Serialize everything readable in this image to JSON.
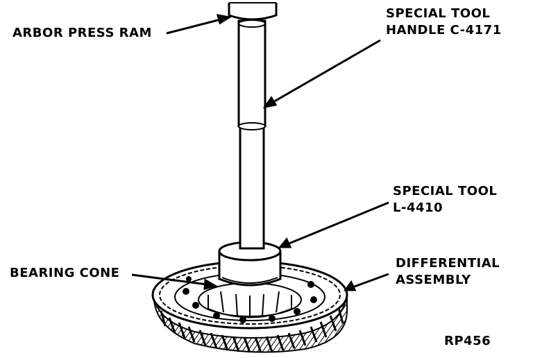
{
  "labels": {
    "arbor_press_ram": "ARBOR PRESS RAM",
    "handle_line1": "SPECIAL TOOL",
    "handle_line2": "HANDLE C-4171",
    "l4410_line1": "SPECIAL TOOL",
    "l4410_line2": "L-4410",
    "bearing_cone": "BEARING CONE",
    "diff_line1": "DIFFERENTIAL",
    "diff_line2": "ASSEMBLY",
    "figure_code": "RP456"
  },
  "colors": {
    "ink": "#000000",
    "paper": "#ffffff"
  }
}
